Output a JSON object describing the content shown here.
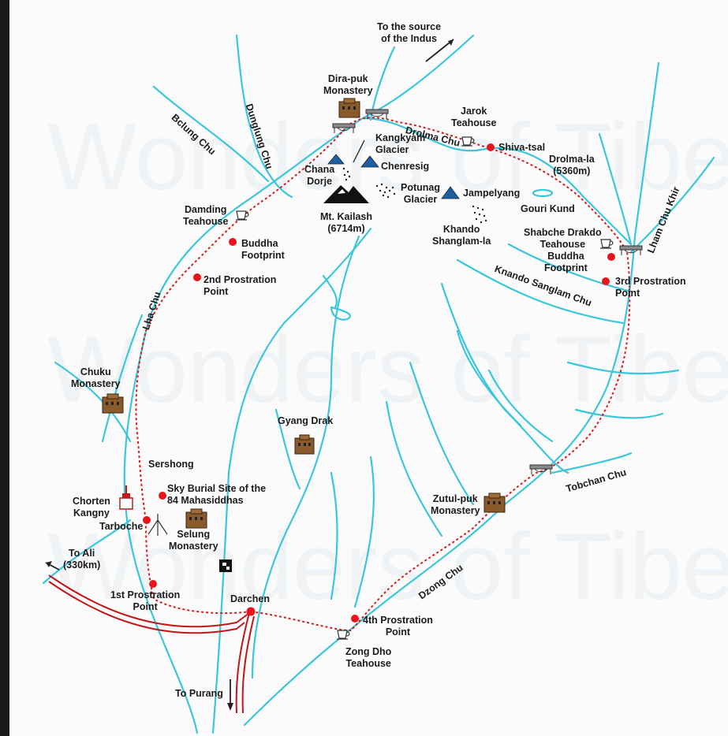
{
  "map": {
    "colors": {
      "river": "#3cc6dc",
      "trail": "#d31f1f",
      "point": "#e8141b",
      "road": "#c01818",
      "monastery": "#8b5a2b",
      "mountain": "#1f5f9f"
    },
    "directions": {
      "indus": "To the source\nof the Indus",
      "ali": "To Ali\n(330km)",
      "purang": "To Purang"
    },
    "monasteries": {
      "dirapuk": "Dira-puk\nMonastery",
      "chuku": "Chuku\nMonastery",
      "gyang": "Gyang Drak",
      "selung": "Selung\nMonastery",
      "zutulpuk": "Zutul-puk\nMonastery"
    },
    "teahouses": {
      "jarok": "Jarok\nTeahouse",
      "damding": "Damding\nTeahouse",
      "shabche": "Shabche Drakdo\nTeahouse",
      "zongdho": "Zong Dho\nTeahouse"
    },
    "points": {
      "shivatsal": "Shiva-tsal",
      "drolmala": "Drolma-la\n(5360m)",
      "gouri": "Gouri Kund",
      "buddha1": "Buddha\nFootprint",
      "buddha2": "Buddha\nFootprint",
      "p2": "2nd Prostration\nPoint",
      "p3": "3rd Prostration\nPoint",
      "p1": "1st Prostration\nPoint",
      "p4": "4th Prostration\nPoint",
      "darchen": "Darchen",
      "sershong": "Sershong",
      "skyburial": "Sky Burial Site of the\n84 Mahasiddhas",
      "chorten": "Chorten\nKangny",
      "tarboche": "Tarboche"
    },
    "peaks": {
      "kailash": "Mt. Kailash\n(6714m)",
      "chana": "Chana\nDorje",
      "chenresig": "Chenresig",
      "jampelyang": "Jampelyang"
    },
    "glaciers": {
      "kangkyam": "Kangkyam\nGlacier",
      "potunag": "Potunag\nGlacier",
      "khando": "Khando\nShanglam-la"
    },
    "rivers": {
      "bclung": "Bclung Chu",
      "dunglung": "Dunglung Chu",
      "drolma": "Drolma Chu",
      "lhamchu": "Lham Chu Khir",
      "knando": "Knando Sanglam Chu",
      "lha": "Lha Chu",
      "tobchan": "Tobchan Chu",
      "dzong": "Dzong Chu"
    }
  }
}
